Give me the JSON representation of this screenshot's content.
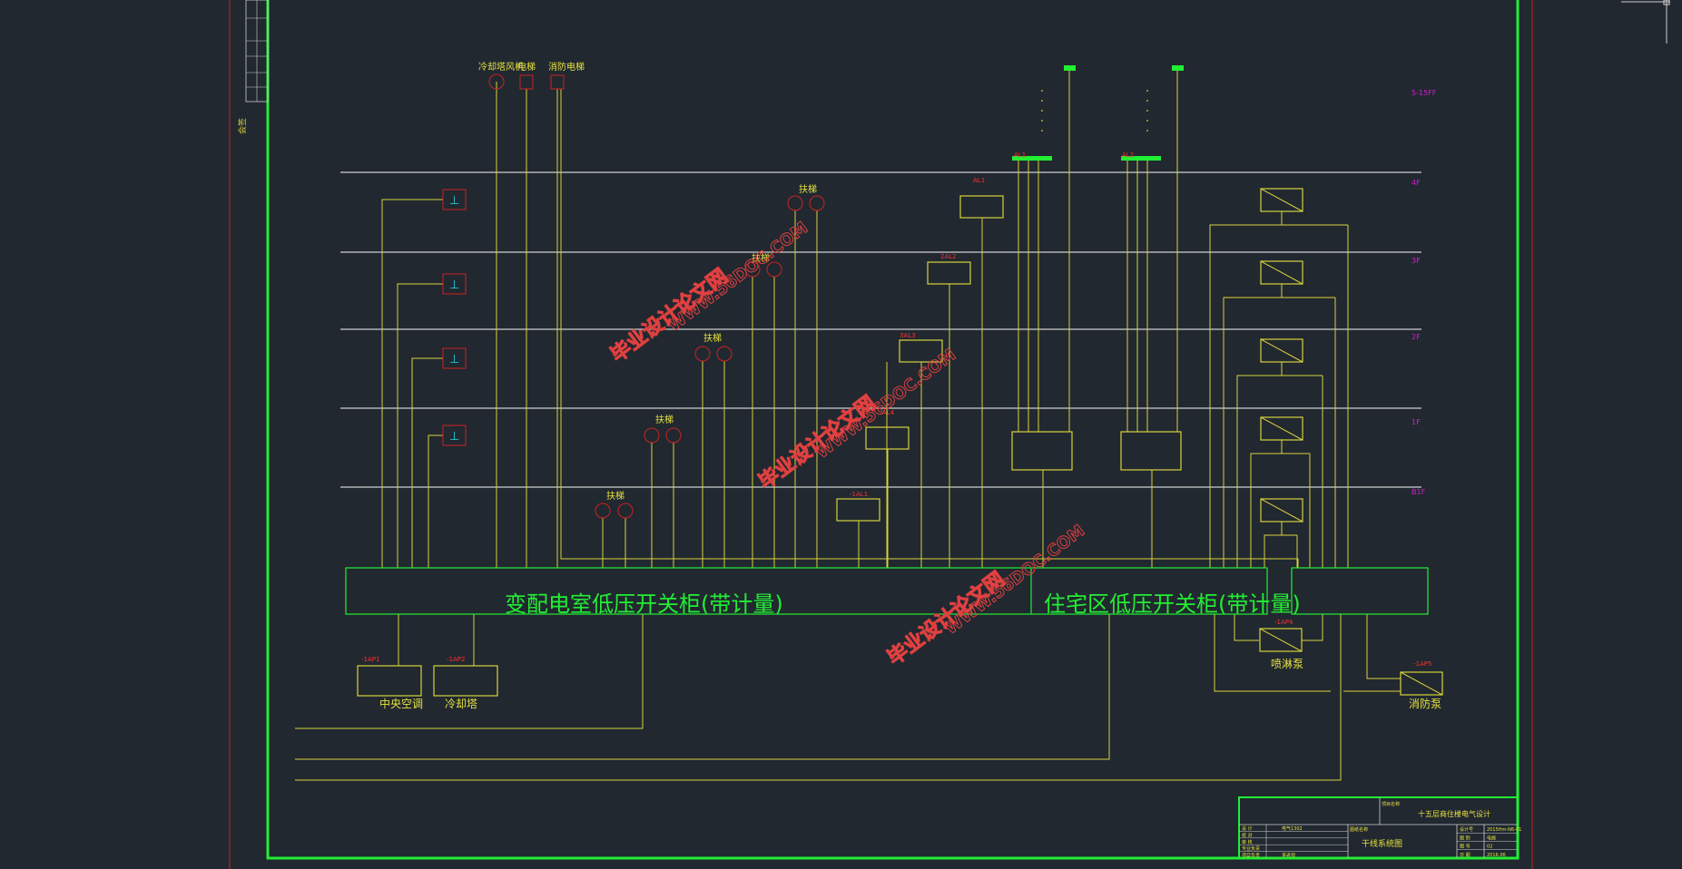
{
  "colors": {
    "background": "#212830",
    "frame_green": "#22ee33",
    "frame_red": "#cc2222",
    "wire_yellow": "#d8d23c",
    "floor_line": "#cfcfcf",
    "floor_label": "#d020d0",
    "device_red": "#cc2222",
    "earth_cyan": "#22d8e8",
    "text_yellow": "#e6e040",
    "label_red": "#ff3030",
    "watermark": "#e04040"
  },
  "top_labels": {
    "cooling_fan": "冷却塔风机",
    "elevator": "电梯",
    "fire_elevator": "消防电梯"
  },
  "floors": [
    {
      "label": "5-15FF"
    },
    {
      "label": "4F"
    },
    {
      "label": "3F"
    },
    {
      "label": "2F"
    },
    {
      "label": "1F"
    },
    {
      "label": "B1F"
    }
  ],
  "stair_labels": [
    "扶梯",
    "扶梯",
    "扶梯",
    "扶梯",
    "扶梯"
  ],
  "dist_box_labels": [
    "AL1",
    "2AL2",
    "3AL3",
    "AL4",
    "-1AL1"
  ],
  "riser_labels": [
    "AL1",
    "AL2"
  ],
  "switchgear": {
    "main": "变配电室低压开关柜(带计量)",
    "residential": "住宅区低压开关柜(带计量)"
  },
  "bottom_loads": {
    "hvac_tag": "-1AP1",
    "hvac": "中央空调",
    "tower_tag": "-1AP2",
    "tower": "冷却塔",
    "spray_tag": "-1AP4",
    "spray": "喷淋泵",
    "fire_tag": "-1AP5",
    "fire": "消防泵"
  },
  "watermarks": [
    "毕业设计论文网",
    "WWW.56DOC.COM"
  ],
  "title_block": {
    "project_label": "项目名称",
    "project": "十五层商住楼电气设计",
    "drawing_label": "图纸名称",
    "drawing": "干线系统图",
    "rows_left": [
      "设 计",
      "校 对",
      "审 核",
      "专业负责",
      "项目负责"
    ],
    "rows_left_val": [
      "电气1302",
      "",
      "",
      "",
      "李老师"
    ],
    "rows_right": [
      "设计号",
      "图 别",
      "图 号",
      "日 期"
    ],
    "rows_right_val": [
      "2015Hm-N6-01",
      "电施",
      "02",
      "2016.06"
    ]
  },
  "side_strip": [
    "会签"
  ]
}
